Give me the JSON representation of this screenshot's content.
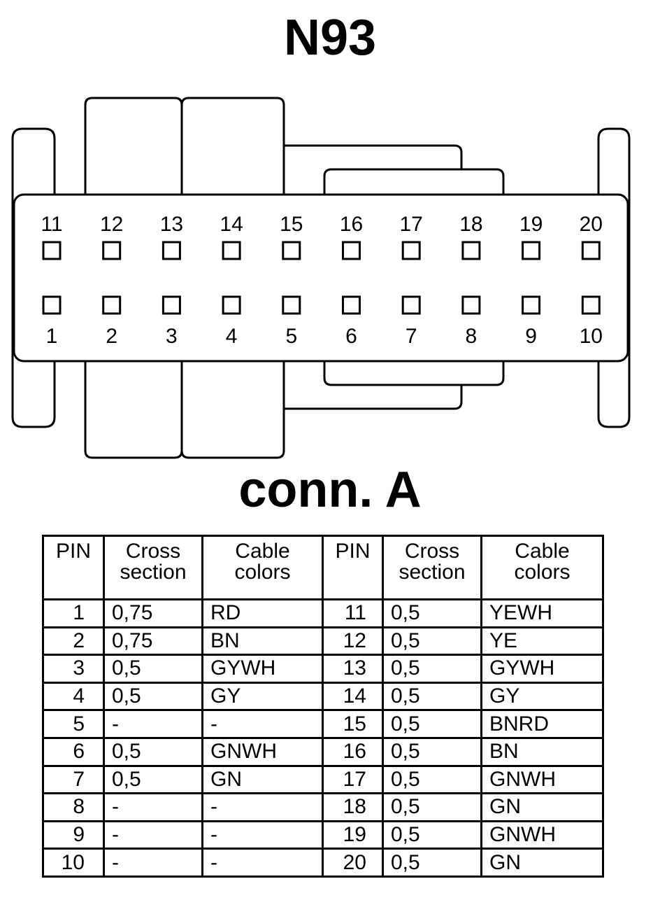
{
  "title": "N93",
  "subtitle": "conn. A",
  "connector": {
    "top_row_pins": [
      "11",
      "12",
      "13",
      "14",
      "15",
      "16",
      "17",
      "18",
      "19",
      "20"
    ],
    "bottom_row_pins": [
      "1",
      "2",
      "3",
      "4",
      "5",
      "6",
      "7",
      "8",
      "9",
      "10"
    ]
  },
  "table": {
    "headers": {
      "pin": "PIN",
      "cross_section_1": "Cross",
      "cross_section_2": "section",
      "cable_colors_1": "Cable",
      "cable_colors_2": "colors"
    },
    "rows": [
      {
        "pin_a": "1",
        "cs_a": "0,75",
        "color_a": "RD",
        "pin_b": "11",
        "cs_b": "0,5",
        "color_b": "YEWH"
      },
      {
        "pin_a": "2",
        "cs_a": "0,75",
        "color_a": "BN",
        "pin_b": "12",
        "cs_b": "0,5",
        "color_b": "YE"
      },
      {
        "pin_a": "3",
        "cs_a": "0,5",
        "color_a": "GYWH",
        "pin_b": "13",
        "cs_b": "0,5",
        "color_b": "GYWH"
      },
      {
        "pin_a": "4",
        "cs_a": "0,5",
        "color_a": "GY",
        "pin_b": "14",
        "cs_b": "0,5",
        "color_b": "GY"
      },
      {
        "pin_a": "5",
        "cs_a": "-",
        "color_a": "-",
        "pin_b": "15",
        "cs_b": "0,5",
        "color_b": "BNRD"
      },
      {
        "pin_a": "6",
        "cs_a": "0,5",
        "color_a": "GNWH",
        "pin_b": "16",
        "cs_b": "0,5",
        "color_b": "BN"
      },
      {
        "pin_a": "7",
        "cs_a": "0,5",
        "color_a": "GN",
        "pin_b": "17",
        "cs_b": "0,5",
        "color_b": "GNWH"
      },
      {
        "pin_a": "8",
        "cs_a": "-",
        "color_a": "-",
        "pin_b": "18",
        "cs_b": "0,5",
        "color_b": "GN"
      },
      {
        "pin_a": "9",
        "cs_a": "-",
        "color_a": "-",
        "pin_b": "19",
        "cs_b": "0,5",
        "color_b": "GNWH"
      },
      {
        "pin_a": "10",
        "cs_a": "-",
        "color_a": "-",
        "pin_b": "20",
        "cs_b": "0,5",
        "color_b": "GN"
      }
    ]
  }
}
